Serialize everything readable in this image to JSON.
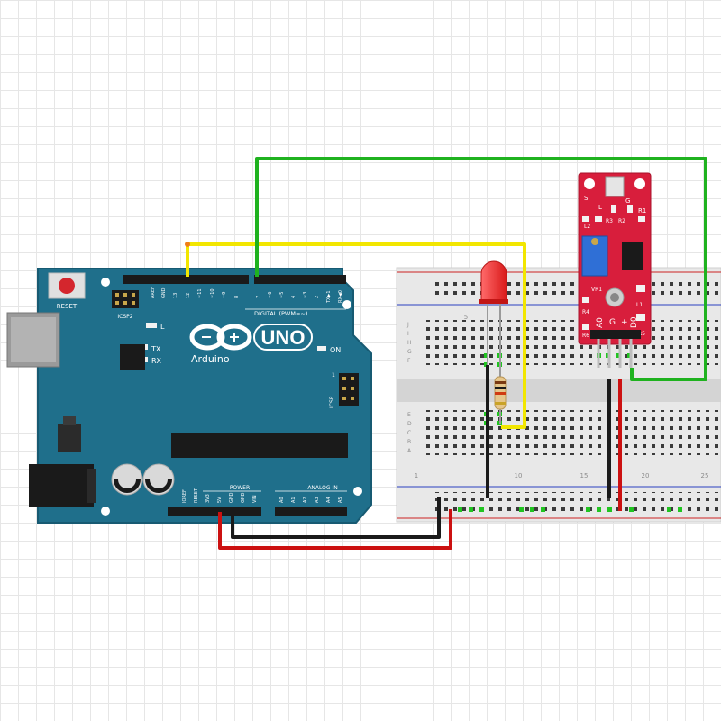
{
  "board": {
    "brand": "Arduino",
    "model": "UNO",
    "reset_label": "RESET",
    "icsp2_label": "ICSP2",
    "icsp_label": "ICSP",
    "l_label": "L",
    "tx_label": "TX",
    "rx_label": "RX",
    "on_label": "ON",
    "digital_label": "DIGITAL (PWM=~)",
    "power_label": "POWER",
    "analog_label": "ANALOG IN",
    "digital_pins": [
      "AREF",
      "GND",
      "13",
      "12",
      "~11",
      "~10",
      "~9",
      "8",
      "7",
      "~6",
      "~5",
      "4",
      "~3",
      "2",
      "TX▶1",
      "RX◀0"
    ],
    "power_pins": [
      "IOREF",
      "RESET",
      "3V3",
      "5V",
      "GND",
      "GND",
      "VIN"
    ],
    "analog_pins": [
      "A0",
      "A1",
      "A2",
      "A3",
      "A4",
      "A5"
    ],
    "icsp_pin_one": "1"
  },
  "breadboard": {
    "column_numbers": [
      "1",
      "5",
      "10",
      "15",
      "20",
      "25"
    ],
    "row_letters_top": [
      "J",
      "I",
      "H",
      "G",
      "F"
    ],
    "row_letters_bottom": [
      "E",
      "D",
      "C",
      "B",
      "A"
    ]
  },
  "sensor": {
    "top_labels": [
      "S",
      "L",
      "G",
      "R1"
    ],
    "pin_labels": [
      "A0",
      "G",
      "+",
      "D0"
    ],
    "component_labels": [
      "L2",
      "R2",
      "R3",
      "VR1",
      "L1",
      "R4",
      "R5",
      "R6"
    ]
  },
  "colors": {
    "board": "#1f6f8b",
    "wire_yellow": "#f2e600",
    "wire_green": "#1fb21f",
    "wire_red": "#cc1111",
    "wire_black": "#1a1a1a",
    "sensor_pcb": "#d81e3c",
    "led": "#ff3b3b"
  },
  "icons": {
    "usb": "usb-b-connector",
    "dc_jack": "dc-barrel-jack",
    "reset": "reset-button",
    "logo": "arduino-infinity-logo"
  }
}
